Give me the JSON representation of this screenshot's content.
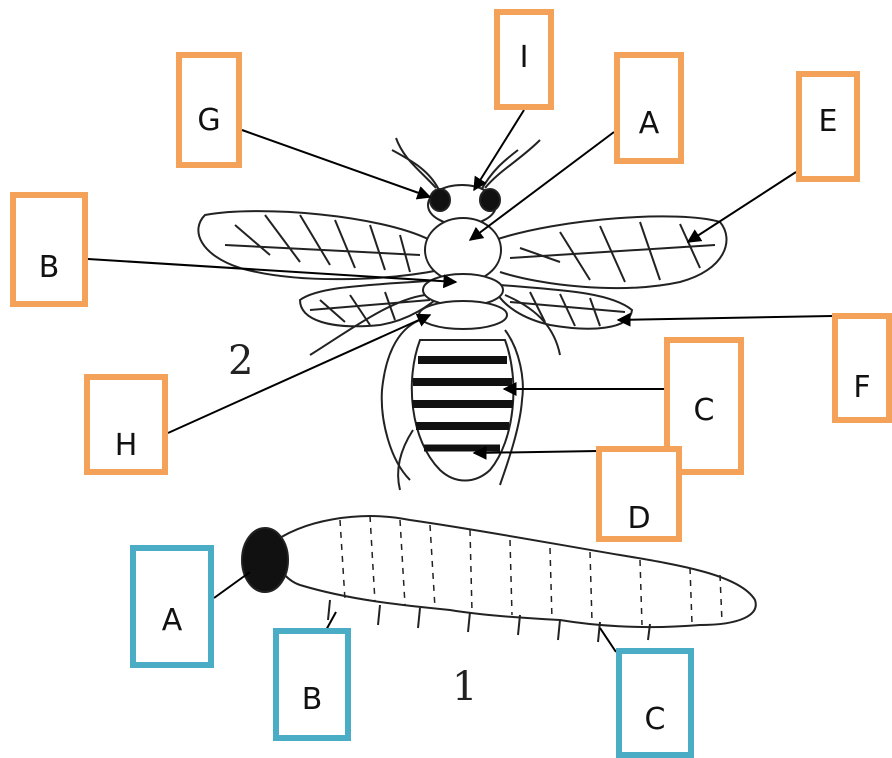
{
  "labels": {
    "wasp": {
      "g": "G",
      "i": "I",
      "a": "A",
      "e": "E",
      "b": "B",
      "f": "F",
      "h": "H",
      "c": "C",
      "d": "D"
    },
    "larva": {
      "a": "A",
      "b": "B",
      "c": "C"
    }
  },
  "figure_numbers": {
    "adult": "2",
    "larva": "1"
  },
  "colors": {
    "adult_label_border": "#f4a15a",
    "larva_label_border": "#4bacc6",
    "line": "#000000"
  }
}
